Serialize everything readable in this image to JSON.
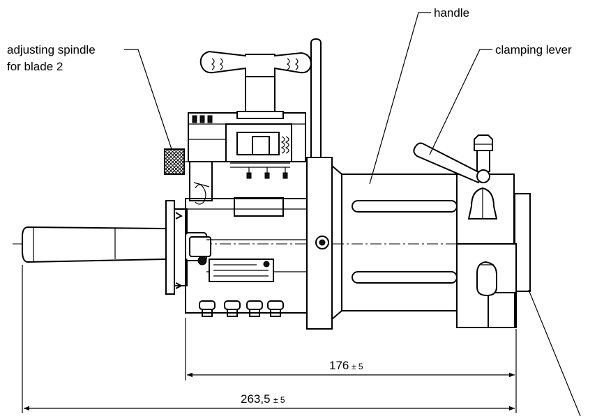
{
  "labels": {
    "handle": "handle",
    "clamping_lever": "clamping lever",
    "adjusting_spindle_line1": "adjusting spindle",
    "adjusting_spindle_line2": "for blade 2"
  },
  "dimensions": {
    "inner_value": "176",
    "inner_tolerance": "± 5",
    "outer_value": "263,5",
    "outer_tolerance": "± 5"
  }
}
